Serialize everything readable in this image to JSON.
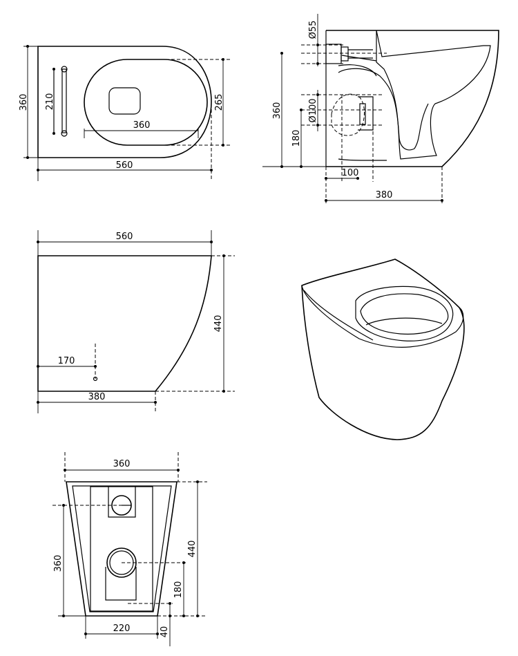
{
  "dimensions": {
    "top_view": {
      "height": "360",
      "bolt_spacing": "210",
      "bowl_width": "360",
      "outlet": "265",
      "width": "560"
    },
    "side_section": {
      "inlet_diameter": "Ø55",
      "height": "360",
      "outlet_diameter": "Ø100",
      "outlet_height": "180",
      "outlet_offset": "100",
      "depth": "380"
    },
    "side_view": {
      "length": "560",
      "height": "440",
      "outlet_position": "170",
      "foot_length": "380"
    },
    "back_view": {
      "top_width": "360",
      "inlet_height": "360",
      "height": "440",
      "outlet_height": "180",
      "base_width": "220",
      "base_offset": "40"
    }
  }
}
